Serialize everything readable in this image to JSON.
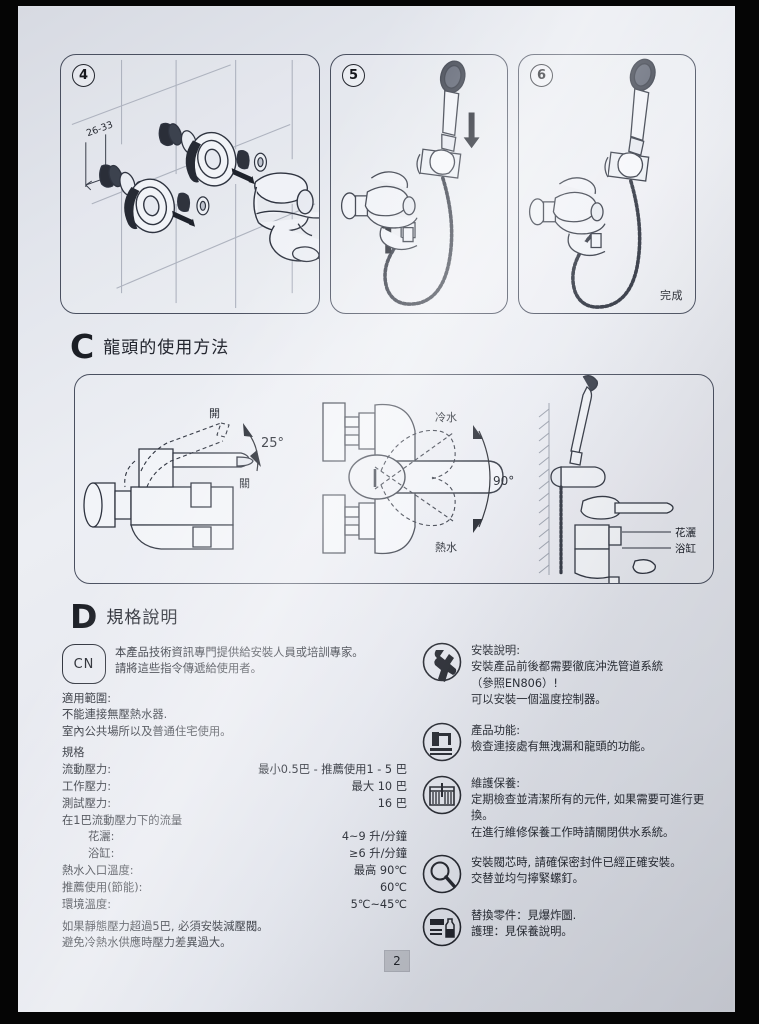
{
  "page": {
    "number": "2",
    "bg_color": "#e4e7ee",
    "ink_color": "#262a33"
  },
  "steps": [
    {
      "num": "4",
      "label": "26-33",
      "caption": "",
      "name": "step-4"
    },
    {
      "num": "5",
      "label": "",
      "caption": "",
      "name": "step-5"
    },
    {
      "num": "6",
      "label": "",
      "caption": "完成",
      "name": "step-6"
    }
  ],
  "section_c": {
    "letter": "C",
    "title": "龍頭的使用方法",
    "diagram_labels": {
      "open": "開",
      "close": "關",
      "lever_angle": "25°",
      "cold_water": "冷水",
      "hot_water": "熱水",
      "handle_angle": "90°",
      "shower": "花灑",
      "bathtub": "浴缸"
    }
  },
  "section_d": {
    "letter": "D",
    "title": "規格說明",
    "cn_badge": "CN",
    "cn_note_line1": "本產品技術資訊專門提供給安裝人員或培訓專家。",
    "cn_note_line2": "請將這些指令傳遞給使用者。",
    "scope_heading": "適用範圍:",
    "scope_line1": "不能連接無壓熱水器.",
    "scope_line2": "室內公共場所以及普通住宅使用。",
    "spec_heading": "規格",
    "specs": [
      {
        "key": "流動壓力:",
        "value": "最小0.5巴 - 推薦使用1 - 5 巴",
        "indent": false
      },
      {
        "key": "工作壓力:",
        "value": "最大 10 巴",
        "indent": false
      },
      {
        "key": "測試壓力:",
        "value": "16 巴",
        "indent": false
      }
    ],
    "flow_heading": "在1巴流動壓力下的流量",
    "flow_specs": [
      {
        "key": "花灑:",
        "value": "4~9 升/分鐘",
        "indent": true
      },
      {
        "key": "浴缸:",
        "value": "≥6 升/分鐘",
        "indent": true
      },
      {
        "key": "熱水入口溫度:",
        "value": "最高 90℃",
        "indent": false
      },
      {
        "key": "推薦使用(節能):",
        "value": "60℃",
        "indent": false
      },
      {
        "key": "環境溫度:",
        "value": "5℃~45℃",
        "indent": false
      }
    ],
    "footnote1": "如果靜態壓力超過5巴, 必須安裝減壓閥。",
    "footnote2": "避免冷熱水供應時壓力差異過大。",
    "notes": [
      {
        "icon": "wrench-icon",
        "lines": [
          "安裝說明:",
          "安裝產品前後都需要徹底沖洗管道系統",
          "（參照EN806）!",
          "可以安裝一個溫度控制器。"
        ]
      },
      {
        "icon": "faucet-icon",
        "lines": [
          "產品功能:",
          "檢查連接處有無洩漏和龍頭的功能。"
        ]
      },
      {
        "icon": "brush-icon",
        "lines": [
          "維護保養:",
          "定期檢查並清潔所有的元件, 如果需要可進行更換。",
          "在進行維修保養工作時請關閉供水系統。"
        ]
      },
      {
        "icon": "magnifier-icon",
        "lines": [
          "安裝閥芯時, 請確保密封件已經正確安裝。",
          "交替並均勻擰緊螺釘。"
        ]
      },
      {
        "icon": "care-products-icon",
        "lines": [
          "替換零件：見爆炸圖.",
          "護理：見保養說明。"
        ]
      }
    ]
  }
}
